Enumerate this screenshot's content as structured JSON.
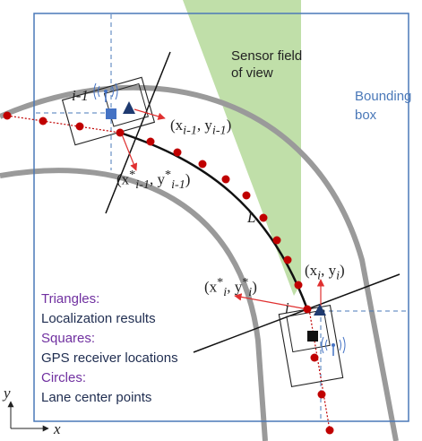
{
  "labels": {
    "sensor_field": "Sensor field of view",
    "bounding_box": "Bounding box",
    "vehicle_prev": "i-1",
    "vehicle_curr": "i",
    "arc_length": "L",
    "pos_prev": "(x",
    "pos_prev_sub": "i-1",
    "pos_prev_mid": ", y",
    "pos_prev_sub2": "i-1",
    "pos_prev_end": ")",
    "lane_prev": "(x",
    "lane_prev_sup": "*",
    "lane_prev_sub": "i-1",
    "lane_prev_mid": ", y",
    "lane_prev_sup2": "*",
    "lane_prev_sub2": "i-1",
    "lane_prev_end": ")",
    "pos_curr": "(x",
    "pos_curr_sub": "i",
    "pos_curr_mid": ", y",
    "pos_curr_sub2": "i",
    "pos_curr_end": ")",
    "lane_curr": "(x",
    "lane_curr_sup": "*",
    "lane_curr_sub": "i",
    "lane_curr_mid": ", y",
    "lane_curr_sup2": "*",
    "lane_curr_sub2": "i",
    "lane_curr_end": ")"
  },
  "legend": {
    "triangles": "Triangles:",
    "triangles_desc": "Localization results",
    "squares": "Squares:",
    "squares_desc": "GPS receiver locations",
    "circles": "Circles:",
    "circles_desc": "Lane center points"
  },
  "axes": {
    "x": "x",
    "y": "y"
  },
  "colors": {
    "sensor_fill": "#b9dca0",
    "road": "#9a9a9a",
    "bounding_box": "#4a78b8",
    "lane_point": "#c00000",
    "arrow": "#e03030",
    "legend_category": "#7030a0",
    "legend_text": "#1f2d50",
    "vehicle_prev_square": "#4472c4",
    "triangle": "#1f3a70",
    "vehicle_curr_square": "#111111"
  },
  "icons": [
    "antenna-icon",
    "triangle-icon",
    "square-icon"
  ]
}
